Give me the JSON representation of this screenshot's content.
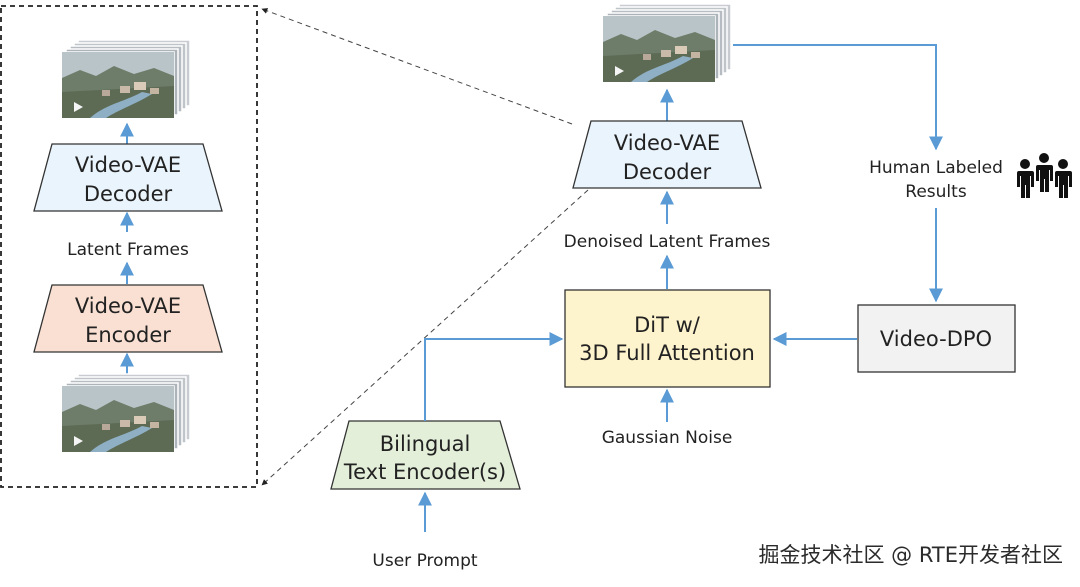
{
  "diagram": {
    "left_panel": {
      "decoder_line1": "Video-VAE",
      "decoder_line2": "Decoder",
      "latent_frames": "Latent Frames",
      "encoder_line1": "Video-VAE",
      "encoder_line2": "Encoder"
    },
    "main": {
      "decoder_line1": "Video-VAE",
      "decoder_line2": "Decoder",
      "denoised_latent_frames": "Denoised Latent Frames",
      "dit_line1": "DiT w/",
      "dit_line2": "3D Full Attention",
      "gaussian_noise": "Gaussian Noise",
      "text_encoder_line1": "Bilingual",
      "text_encoder_line2": "Text Encoder(s)",
      "user_prompt": "User Prompt",
      "video_dpo": "Video-DPO",
      "human_labeled_line1": "Human Labeled",
      "human_labeled_line2": "Results"
    },
    "watermark": "掘金技术社区 @ RTE开发者社区",
    "icons": [
      "video-frames-thumbnail",
      "people-group-icon"
    ],
    "colors": {
      "arrow": "#5b9bd5",
      "decoder_fill": "#eaf4fc",
      "encoder_fill": "#f9e0d3",
      "dit_fill": "#fdf3cc",
      "text_encoder_fill": "#e3efd9",
      "dpo_fill": "#f2f2f2"
    }
  }
}
